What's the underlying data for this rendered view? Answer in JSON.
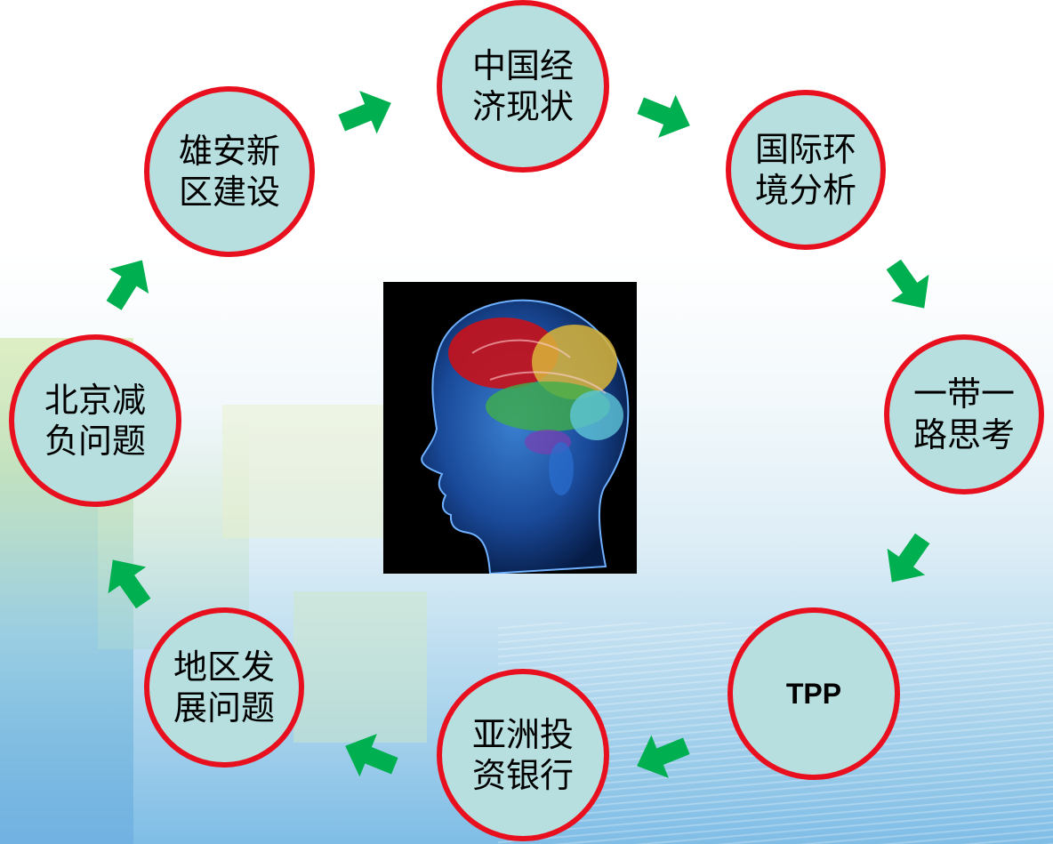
{
  "diagram": {
    "nodes": [
      {
        "id": "china-economy",
        "label": "中国经济现状"
      },
      {
        "id": "intl-environment",
        "label": "国际环境分析"
      },
      {
        "id": "belt-road",
        "label": "一带一路思考"
      },
      {
        "id": "tpp",
        "label": "TPP"
      },
      {
        "id": "aiib",
        "label": "亚洲投资银行"
      },
      {
        "id": "regional-dev",
        "label": "地区发展问题"
      },
      {
        "id": "beijing-relief",
        "label": "北京减负问题"
      },
      {
        "id": "xiongan",
        "label": "雄安新区建设"
      }
    ],
    "arrow_color": "#00b050",
    "node_border_color": "#e8101e",
    "node_fill_color": "#b8dfe0",
    "center_image": "brain-head-image"
  }
}
